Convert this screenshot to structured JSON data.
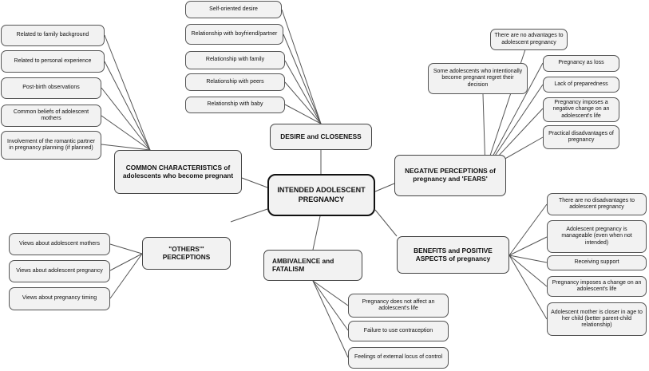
{
  "center": "INTENDED ADOLESCENT PREGNANCY",
  "themes": {
    "desire": {
      "title": "DESIRE  and CLOSENESS",
      "items": [
        "Self-oriented desire",
        "Relationship with boyfriend/partner",
        "Relationship with family",
        "Relationship with peers",
        "Relationship with baby"
      ]
    },
    "common": {
      "title": "COMMON CHARACTERISTICS of adolescents who become pregnant",
      "items": [
        "Related to family background",
        "Related to personal experience",
        "Post-birth observations",
        "Common beliefs of adolescent mothers",
        "Involvement of the romantic partner in pregnancy planning (if planned)"
      ]
    },
    "negative": {
      "title": "NEGATIVE  PERCEPTIONS  of pregnancy and 'FEARS'",
      "items": [
        "There are no advantages to adolescent pregnancy",
        "Some adolescents who intentionally become pregnant regret their decision",
        "Pregnancy as loss",
        "Lack of preparedness",
        "Pregnancy imposes a negative change on an adolescent's life",
        "Practical disadvantages of pregnancy"
      ]
    },
    "others": {
      "title": "\"OTHERS'\"  PERCEPTIONS",
      "items": [
        "Views about adolescent mothers",
        "Views about adolescent pregnancy",
        "Views about pregnancy timing"
      ]
    },
    "ambivalence": {
      "title": "AMBIVALENCE   and FATALISM",
      "items": [
        "Pregnancy does not affect an adolescent's life",
        "Failure to use contraception",
        "Feelings of external locus of control"
      ]
    },
    "benefits": {
      "title": "BENEFITS  and POSITIVE ASPECTS of pregnancy",
      "items": [
        "There are no disadvantages to adolescent pregnancy",
        "Adolescent pregnancy is manageable (even when not intended)",
        "Receiving support",
        "Pregnancy imposes a change on an adolescent's life",
        "Adolescent mother is closer in age to her child (better parent-child relationship)"
      ]
    }
  }
}
